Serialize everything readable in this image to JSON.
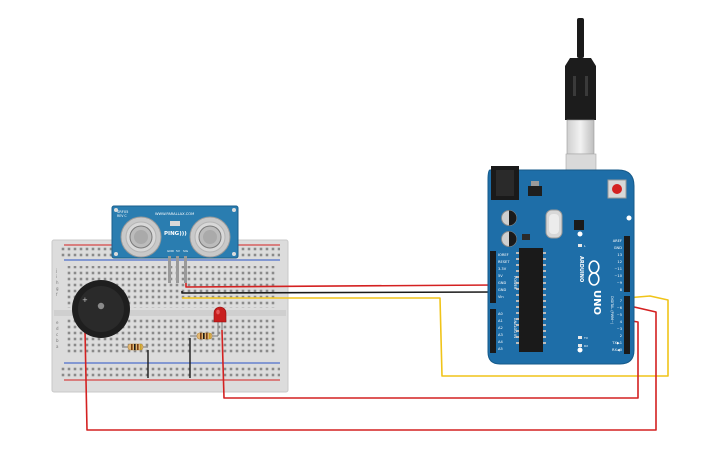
{
  "sensor": {
    "model": "SRF05",
    "rev": "REV C",
    "url": "WWW.PARALLAX.COM",
    "label": "PING)))",
    "pins": [
      "GND",
      "5V",
      "SIG"
    ]
  },
  "breadboard": {
    "rows": [
      "a",
      "b",
      "c",
      "d",
      "e",
      "f",
      "g",
      "h",
      "i",
      "j"
    ]
  },
  "buzzer": {
    "symbol": "+"
  },
  "arduino": {
    "brand": "ARDUINO",
    "model": "UNO",
    "reset": "RESET",
    "power_header": [
      "IOREF",
      "RESET",
      "3.3V",
      "5V",
      "GND",
      "GND",
      "Vin"
    ],
    "power_label": "POWER",
    "analog_header": [
      "A0",
      "A1",
      "A2",
      "A3",
      "A4",
      "A5"
    ],
    "analog_label": "ANALOG IN",
    "digital_top": [
      "AREF",
      "GND",
      "13",
      "12",
      "~11",
      "~10",
      "~9",
      "8"
    ],
    "digital_bottom": [
      "7",
      "~6",
      "~5",
      "4",
      "~3",
      "2",
      "TX▶1",
      "RX◀0"
    ],
    "digital_label": "DIGITAL (PWM~)",
    "tx_rx": [
      "TX",
      "RX"
    ],
    "led_l": "L"
  },
  "colors": {
    "wire_red": "#d42121",
    "wire_black": "#1a1a1a",
    "wire_yellow": "#f0c419",
    "board_blue": "#1e6ea8",
    "sensor_blue": "#2a7db0",
    "breadboard": "#e6e6e6"
  }
}
